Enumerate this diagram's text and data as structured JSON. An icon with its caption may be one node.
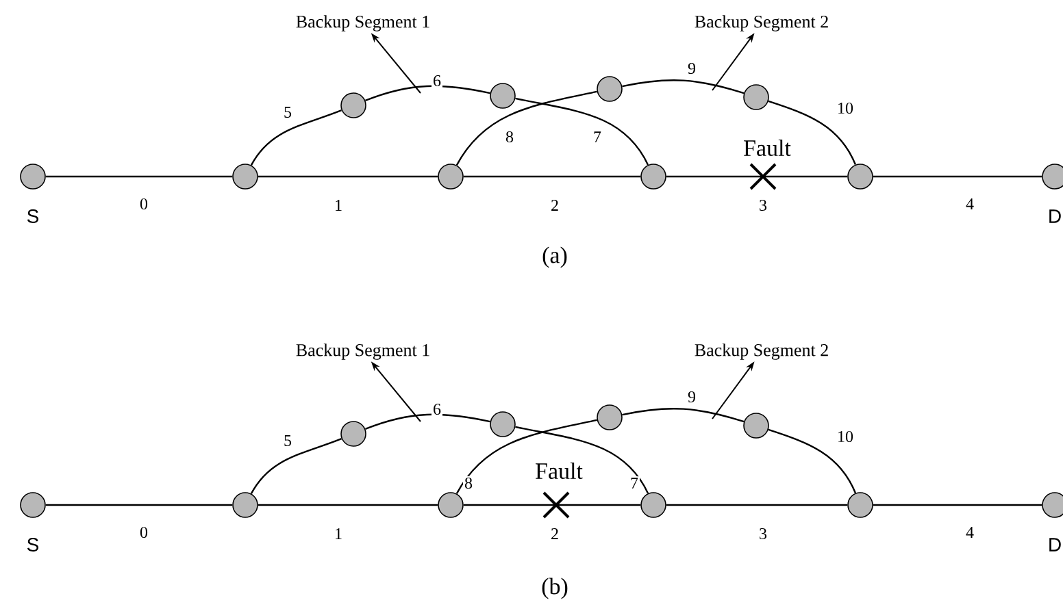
{
  "diagram": {
    "nodes": [
      {
        "text": [],
        "shape": "circle",
        "beside": [
          "S"
        ]
      },
      {
        "text": [],
        "shape": "circle"
      },
      {
        "text": [],
        "shape": "circle"
      },
      {
        "text": [],
        "shape": "circle"
      },
      {
        "text": [],
        "shape": "circle"
      },
      {
        "text": [],
        "shape": "circle",
        "beside": [
          "D"
        ]
      },
      {
        "text": [],
        "shape": "circle"
      },
      {
        "text": [],
        "shape": "circle"
      },
      {
        "text": [],
        "shape": "circle"
      },
      {
        "text": [],
        "shape": "circle"
      },
      {
        "text": [
          "Backup Segment 1"
        ]
      },
      {
        "text": [
          "Backup Segment 2"
        ]
      },
      {
        "text": [],
        "shape": "circle",
        "beside": [
          "S"
        ]
      },
      {
        "text": [],
        "shape": "circle"
      },
      {
        "text": [],
        "shape": "circle"
      },
      {
        "text": [],
        "shape": "circle"
      },
      {
        "text": [],
        "shape": "circle"
      },
      {
        "text": [],
        "shape": "circle",
        "beside": [
          "D"
        ]
      },
      {
        "text": [],
        "shape": "circle"
      },
      {
        "text": [],
        "shape": "circle"
      },
      {
        "text": [],
        "shape": "circle"
      },
      {
        "text": [],
        "shape": "circle"
      },
      {
        "text": [
          "Backup Segment 1"
        ]
      },
      {
        "text": [
          "Backup Segment 2"
        ]
      }
    ],
    "edges": [
      {
        "from": 0,
        "to": 1,
        "arrow": "none",
        "label": "0"
      },
      {
        "from": 1,
        "to": 2,
        "arrow": "none",
        "label": "1"
      },
      {
        "from": 2,
        "to": 3,
        "arrow": "none",
        "label": "2"
      },
      {
        "from": 3,
        "to": 4,
        "arrow": "none",
        "label": "3"
      },
      {
        "from": 4,
        "to": 5,
        "arrow": "none",
        "label": "4"
      },
      {
        "from": 1,
        "to": 6,
        "arrow": "none",
        "label": "5"
      },
      {
        "from": 6,
        "to": 7,
        "arrow": "none",
        "label": "6"
      },
      {
        "from": 7,
        "to": 3,
        "arrow": "none",
        "label": "7"
      },
      {
        "from": 2,
        "to": 8,
        "arrow": "none",
        "label": "8"
      },
      {
        "from": 8,
        "to": 9,
        "arrow": "none",
        "label": "9"
      },
      {
        "from": 9,
        "to": 4,
        "arrow": "none",
        "label": "10"
      },
      {
        "from": null,
        "to": 10,
        "arrow": "to"
      },
      {
        "from": null,
        "to": 11,
        "arrow": "to"
      },
      {
        "from": 12,
        "to": 13,
        "arrow": "none",
        "label": "0"
      },
      {
        "from": 13,
        "to": 14,
        "arrow": "none",
        "label": "1"
      },
      {
        "from": 14,
        "to": 15,
        "arrow": "none",
        "label": "2"
      },
      {
        "from": 15,
        "to": 16,
        "arrow": "none",
        "label": "3"
      },
      {
        "from": 16,
        "to": 17,
        "arrow": "none",
        "label": "4"
      },
      {
        "from": 13,
        "to": 18,
        "arrow": "none",
        "label": "5"
      },
      {
        "from": 18,
        "to": 19,
        "arrow": "none",
        "label": "6"
      },
      {
        "from": 19,
        "to": 15,
        "arrow": "none",
        "label": "7"
      },
      {
        "from": 14,
        "to": 20,
        "arrow": "none",
        "label": "8"
      },
      {
        "from": 20,
        "to": 21,
        "arrow": "none",
        "label": "9"
      },
      {
        "from": 21,
        "to": 16,
        "arrow": "none",
        "label": "10"
      },
      {
        "from": null,
        "to": 22,
        "arrow": "to"
      },
      {
        "from": null,
        "to": 23,
        "arrow": "to"
      }
    ],
    "labels": [
      "Fault",
      "(a)",
      "Fault",
      "(b)"
    ]
  }
}
